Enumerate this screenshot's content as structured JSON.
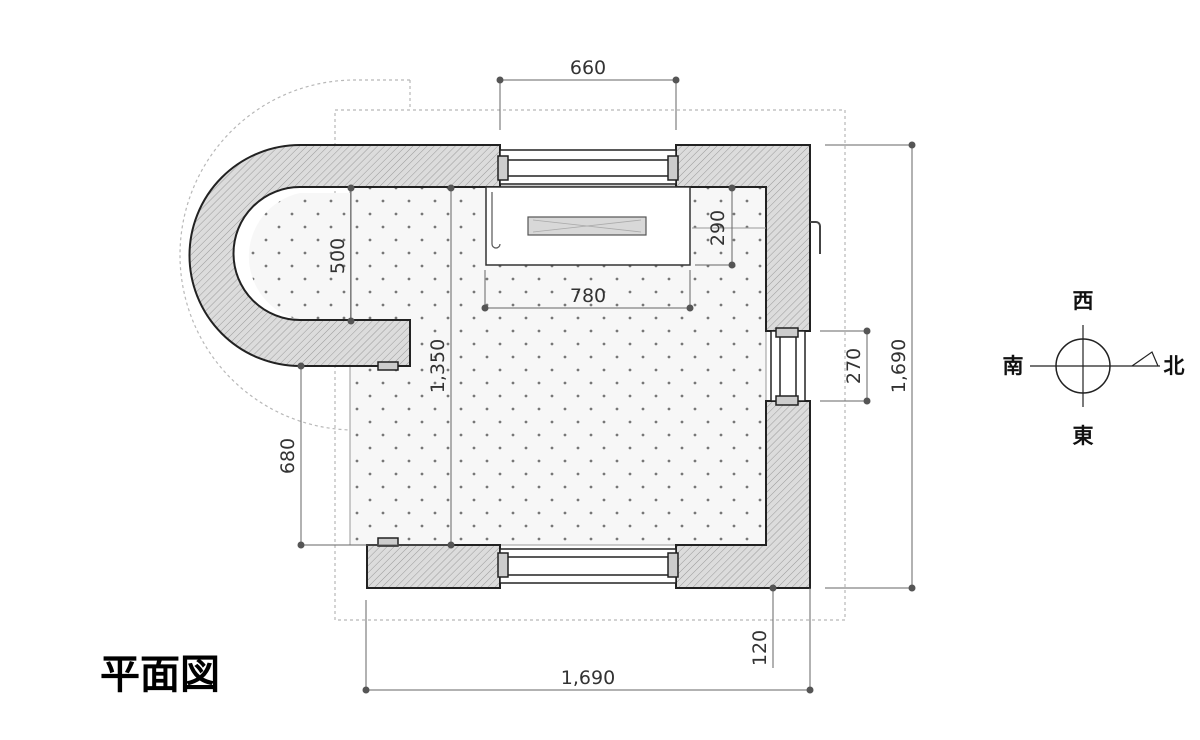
{
  "title": "平面図",
  "dimensions": {
    "top_window": "660",
    "sink_width": "780",
    "sink_depth": "290",
    "arc_radius": "500",
    "interior_height": "1,350",
    "entrance_offset": "680",
    "side_window": "270",
    "overall_height": "1,690",
    "overall_width": "1,690",
    "bottom_offset": "120"
  },
  "compass": {
    "north": "北",
    "south": "南",
    "east": "東",
    "west": "西"
  }
}
